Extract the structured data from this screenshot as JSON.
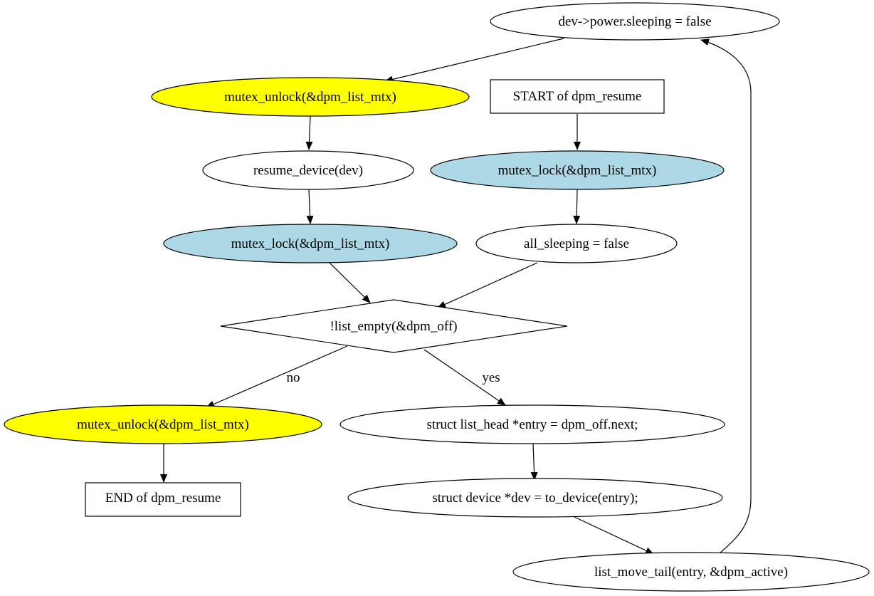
{
  "diagram": {
    "colors": {
      "yellow": "#ffff00",
      "lightblue": "#add8e6",
      "white": "#ffffff",
      "stroke": "#000000"
    },
    "nodes": {
      "sleeping_false": "dev->power.sleeping = false",
      "mutex_unlock_top": "mutex_unlock(&dpm_list_mtx)",
      "start": "START of dpm_resume",
      "resume_device": "resume_device(dev)",
      "mutex_lock_right": "mutex_lock(&dpm_list_mtx)",
      "mutex_lock_left": "mutex_lock(&dpm_list_mtx)",
      "all_sleeping": "all_sleeping = false",
      "list_empty": "!list_empty(&dpm_off)",
      "mutex_unlock_bottom": "mutex_unlock(&dpm_list_mtx)",
      "entry": "struct list_head *entry = dpm_off.next;",
      "end": "END of dpm_resume",
      "to_device": "struct device *dev = to_device(entry);",
      "move_tail": "list_move_tail(entry, &dpm_active)"
    },
    "edge_labels": {
      "no": "no",
      "yes": "yes"
    }
  }
}
